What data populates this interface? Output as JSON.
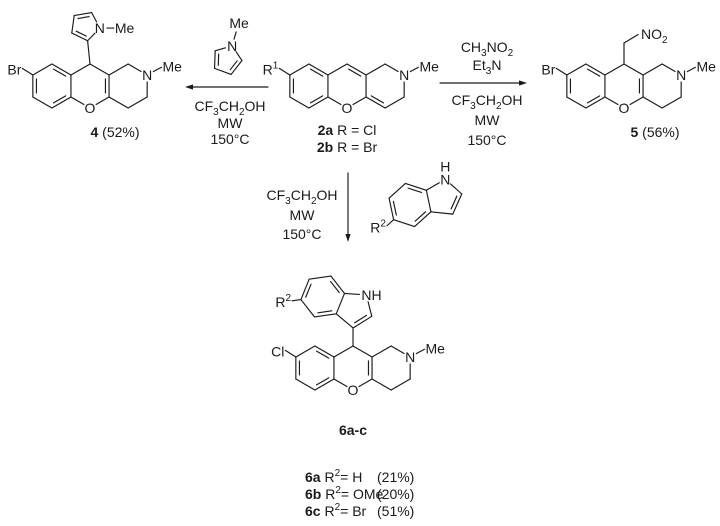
{
  "colors": {
    "ink": "#1a1a1a",
    "background": "#ffffff"
  },
  "reactions": {
    "left": {
      "conditions": [
        [
          [
            "CF"
          ],
          [
            "3",
            "sub"
          ],
          [
            "CH"
          ],
          [
            "2",
            "sub"
          ],
          [
            "OH"
          ]
        ],
        [
          [
            "MW"
          ]
        ],
        [
          [
            "150°C"
          ]
        ]
      ]
    },
    "right": {
      "reagents": [
        [
          [
            "CH"
          ],
          [
            "3",
            "sub"
          ],
          [
            "NO"
          ],
          [
            "2",
            "sub"
          ]
        ],
        [
          [
            "Et"
          ],
          [
            "3",
            "sub"
          ],
          [
            "N"
          ]
        ]
      ],
      "conditions": [
        [
          [
            "CF"
          ],
          [
            "3",
            "sub"
          ],
          [
            "CH"
          ],
          [
            "2",
            "sub"
          ],
          [
            "OH"
          ]
        ],
        [
          [
            "MW"
          ]
        ],
        [
          [
            "150°C"
          ]
        ]
      ]
    },
    "down": {
      "conditions": [
        [
          [
            "CF"
          ],
          [
            "3",
            "sub"
          ],
          [
            "CH"
          ],
          [
            "2",
            "sub"
          ],
          [
            "OH"
          ]
        ],
        [
          [
            "MW"
          ]
        ],
        [
          [
            "150°C"
          ]
        ]
      ]
    }
  },
  "reagents": {
    "methylpyrrole": {
      "n": "N",
      "me": "Me"
    },
    "indole": {
      "n": "N",
      "h": "H",
      "r2": [
        [
          "R"
        ],
        [
          "2",
          "sup"
        ]
      ]
    }
  },
  "compounds": {
    "sm": {
      "substituent": [
        [
          "R"
        ],
        [
          "1",
          "sup"
        ]
      ],
      "n": "N",
      "me": "Me",
      "o": "O",
      "labels": [
        [
          [
            "2a",
            "b"
          ],
          [
            " R = Cl"
          ]
        ],
        [
          [
            "2b",
            "b"
          ],
          [
            " R = Br"
          ]
        ]
      ]
    },
    "p4": {
      "substituent": [
        [
          "Br"
        ]
      ],
      "n": "N",
      "me": "Me",
      "o": "O",
      "pyrrole_n": "N",
      "pyrrole_me": "Me",
      "label": [
        [
          "4",
          "b"
        ],
        [
          "  (52%)"
        ]
      ]
    },
    "p5": {
      "substituent": [
        [
          "Br"
        ]
      ],
      "n": "N",
      "me": "Me",
      "o": "O",
      "nitro": [
        [
          "NO"
        ],
        [
          "2",
          "sub"
        ]
      ],
      "label": [
        [
          "5",
          "b"
        ],
        [
          "   (56%)"
        ]
      ]
    },
    "p6": {
      "substituent": [
        [
          "Cl"
        ]
      ],
      "n": "N",
      "me": "Me",
      "o": "O",
      "nh": "NH",
      "r2": [
        [
          "R"
        ],
        [
          "2",
          "sup"
        ]
      ],
      "label": [
        [
          "6a-c",
          "b"
        ]
      ],
      "table": [
        {
          "row": [
            [
              "6a",
              "b"
            ],
            [
              " R"
            ],
            [
              "2",
              "sup"
            ],
            [
              "= H"
            ]
          ],
          "yield": "(21%)"
        },
        {
          "row": [
            [
              "6b",
              "b"
            ],
            [
              " R"
            ],
            [
              "2",
              "sup"
            ],
            [
              "= OMe"
            ]
          ],
          "yield": "(20%)"
        },
        {
          "row": [
            [
              "6c",
              "b"
            ],
            [
              " R"
            ],
            [
              "2",
              "sup"
            ],
            [
              "= Br"
            ]
          ],
          "yield": "(51%)"
        }
      ]
    }
  }
}
